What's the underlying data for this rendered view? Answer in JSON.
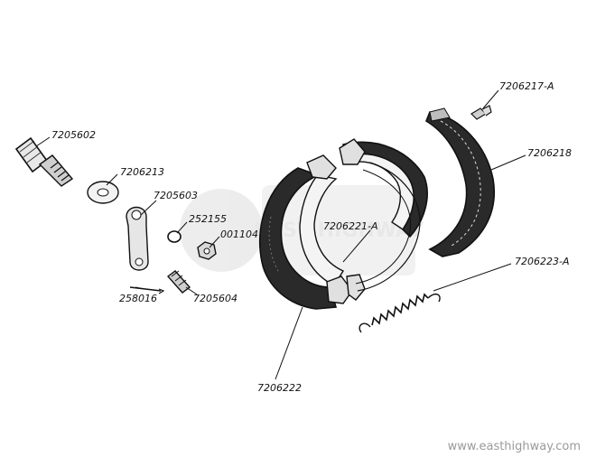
{
  "labels": {
    "p7205602": "7205602",
    "p7206213": "7206213",
    "p7205603": "7205603",
    "p252155": "252155",
    "p001104": "001104",
    "p258016": "258016",
    "p7205604": "7205604",
    "p7206221a": "7206221-A",
    "p7206222": "7206222",
    "p7206217a": "7206217-A",
    "p7206218": "7206218",
    "p7206223a": "7206223-A"
  },
  "watermark": {
    "site": "www.easthighway.com",
    "logo_text": "EAST HIGHWAY"
  },
  "colors": {
    "ink": "#111111",
    "watermark": "#9a9a9a"
  }
}
